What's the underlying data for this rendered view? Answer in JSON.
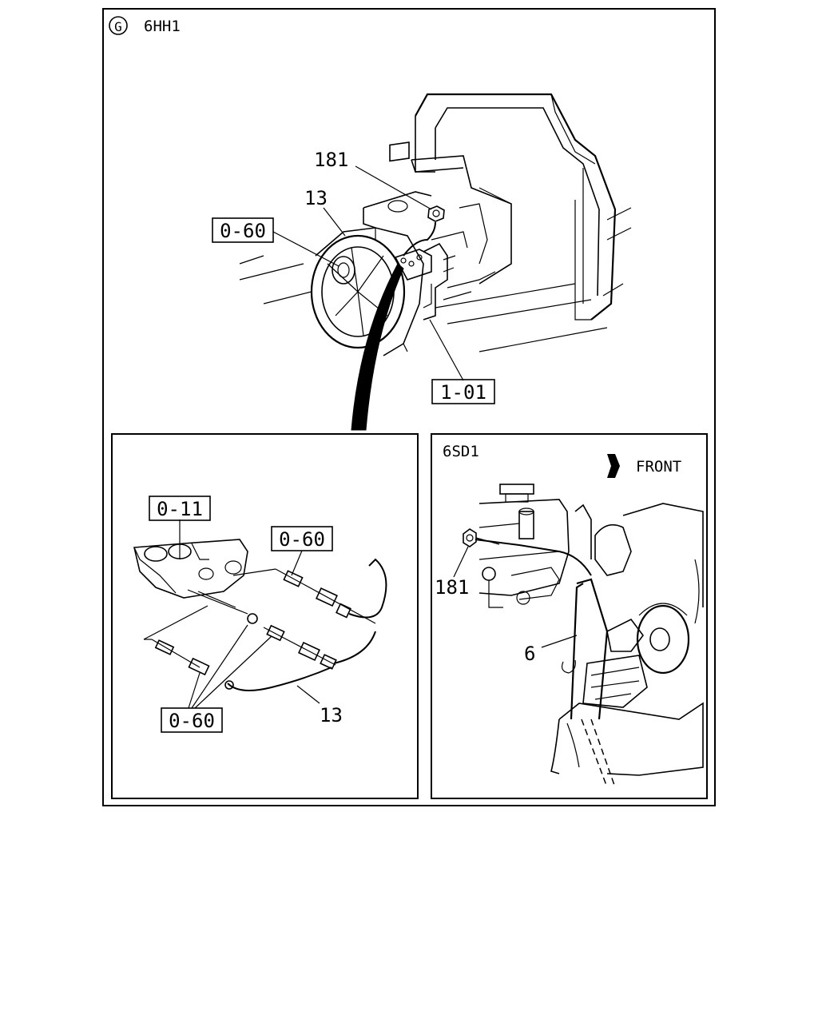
{
  "main_view": {
    "section_marker": "G",
    "model_label": "6HH1",
    "callouts": {
      "nut": "181",
      "harness": "13",
      "ref_alternator": "0-60",
      "ref_engine": "1-01"
    }
  },
  "detail_left": {
    "callouts": {
      "ref_top_left": "0-11",
      "ref_top_right": "0-60",
      "ref_bottom": "0-60",
      "harness": "13"
    }
  },
  "detail_right": {
    "model_label": "6SD1",
    "direction_label": "FRONT",
    "callouts": {
      "nut": "181",
      "cable": "6"
    }
  }
}
